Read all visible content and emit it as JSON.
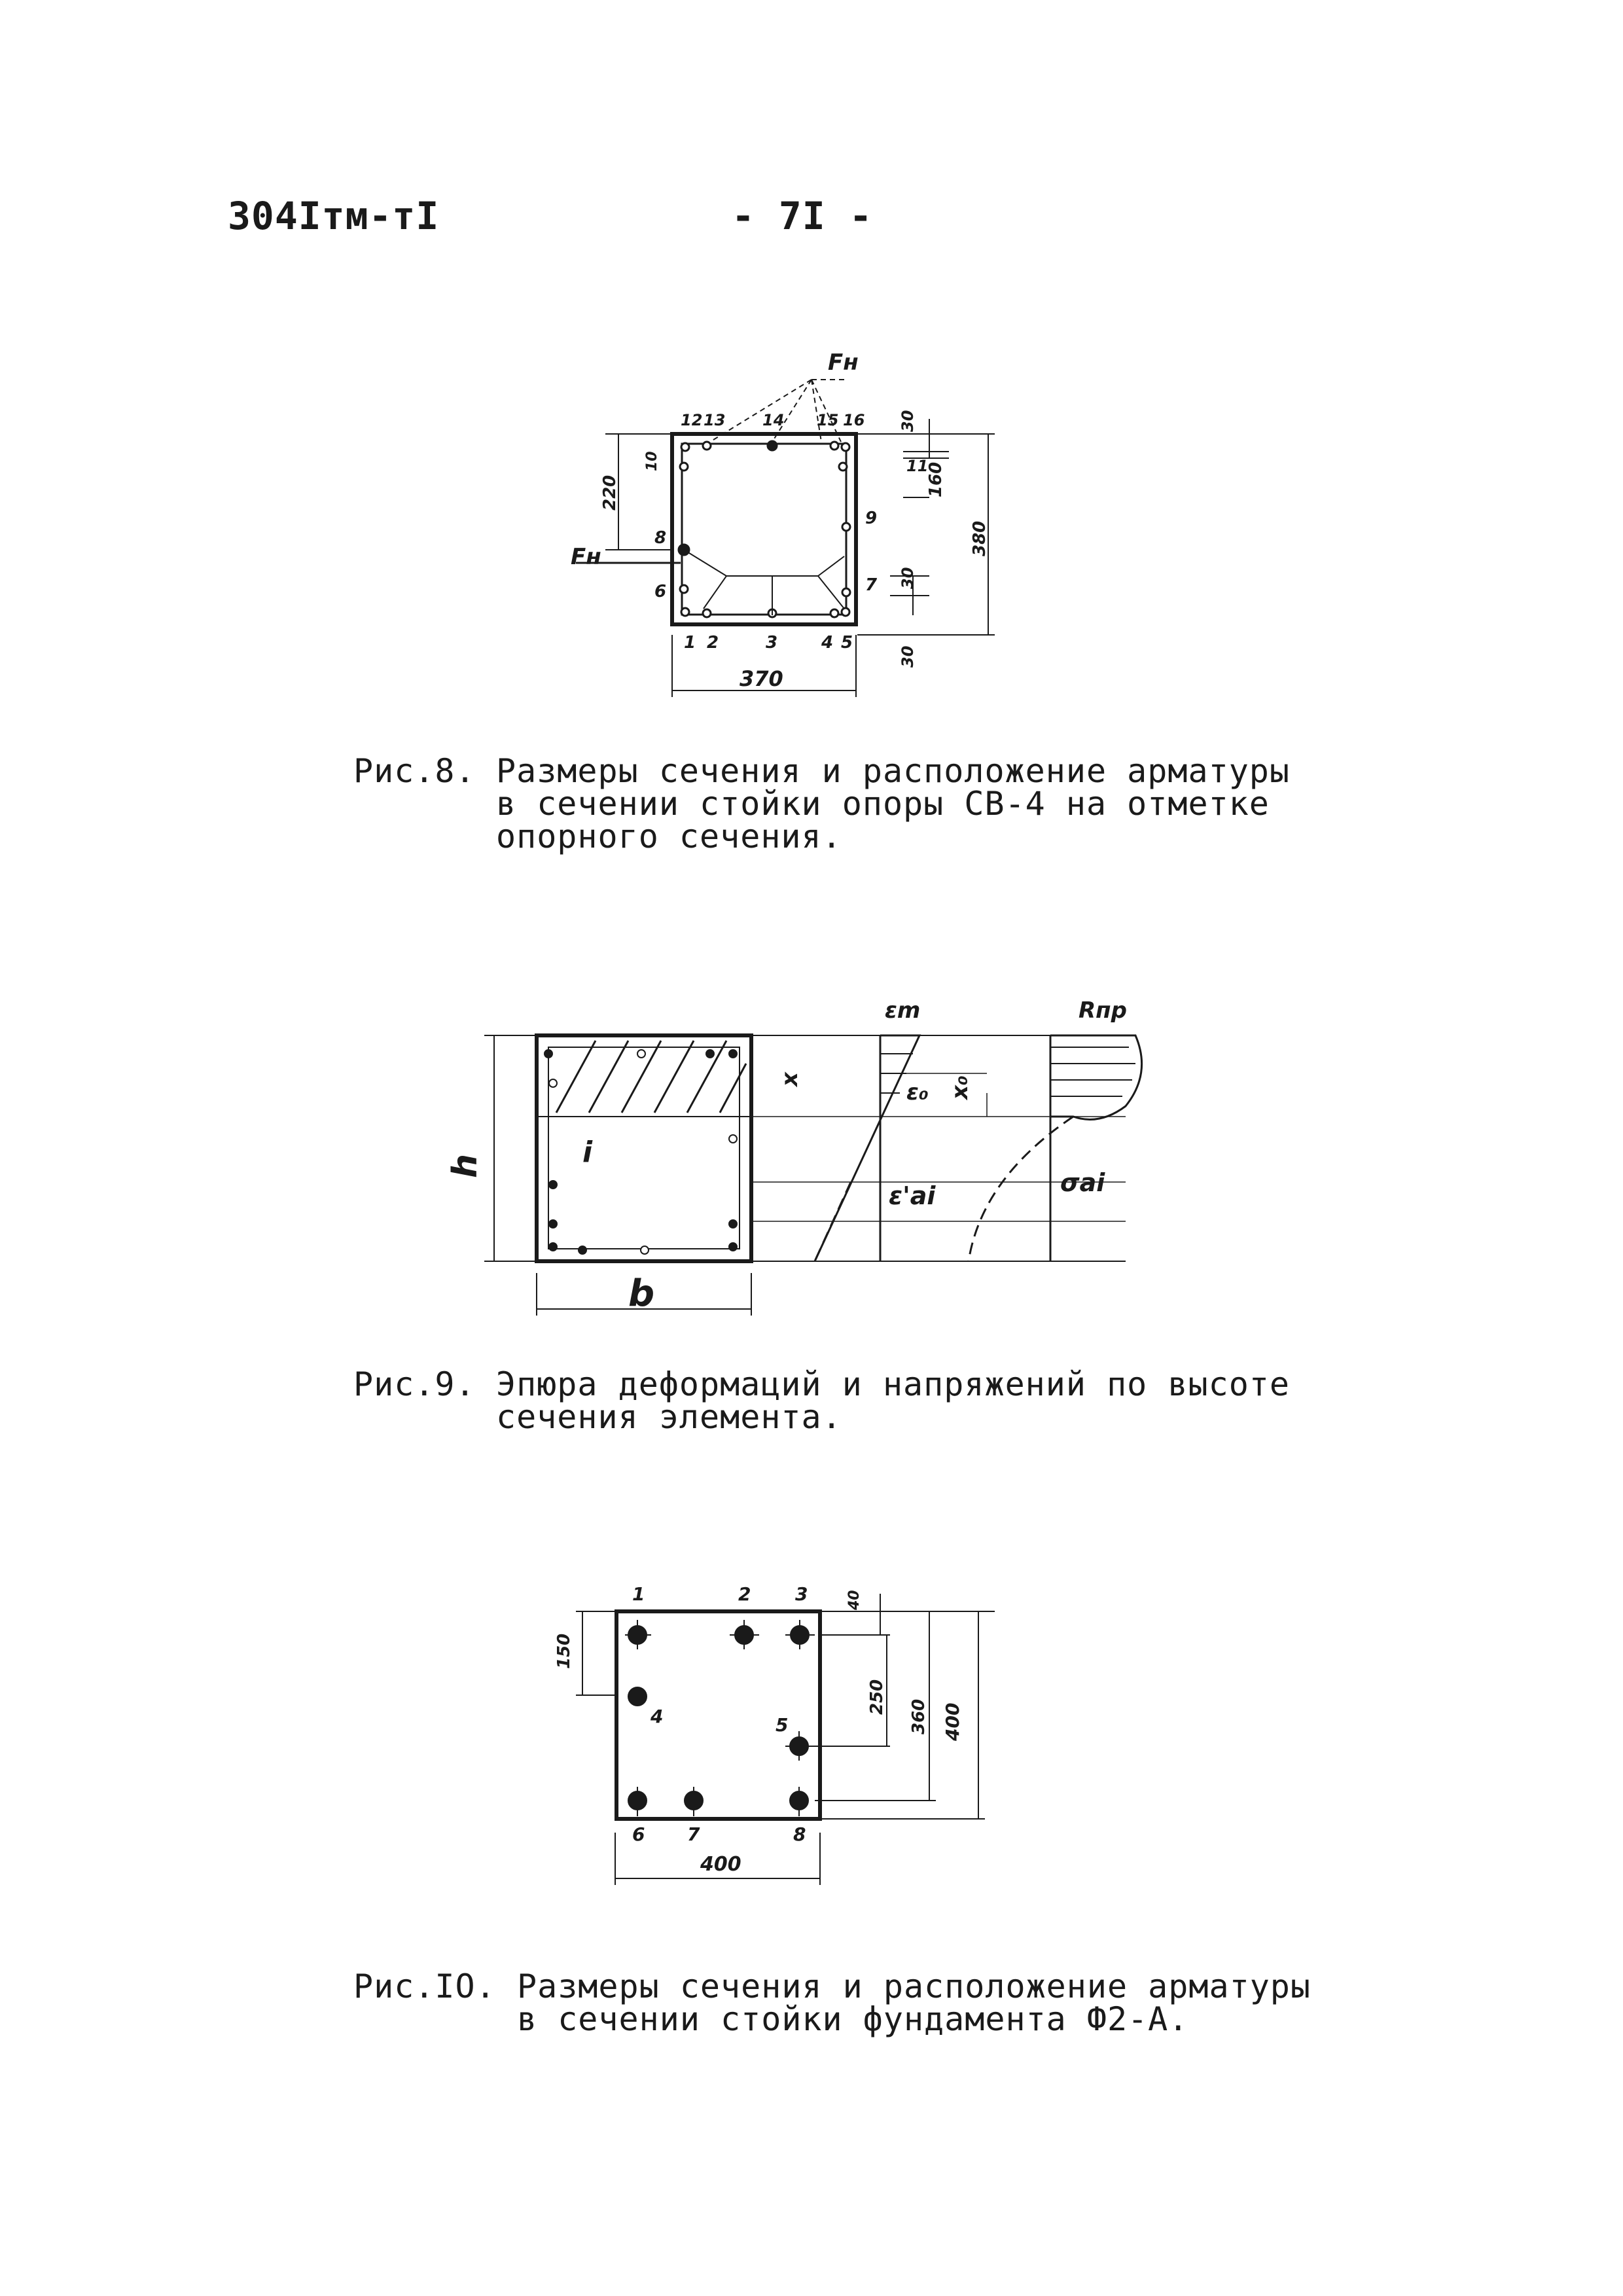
{
  "header": {
    "doc_code": "304Iтм-тI",
    "page_number": "- 7I -"
  },
  "figure8": {
    "caption_num": "Рис.8.",
    "caption_lines": [
      "Размеры сечения и расположение арматуры",
      "в сечении стойки опоры СВ-4 на отметке",
      "опорного сечения."
    ],
    "labels": {
      "force_label": "Fн",
      "dimension_width": "370",
      "dimension_left": "220",
      "dimension_right_total": "380",
      "dimension_right_160": "160",
      "dimension_30": "30",
      "dimension_11": "11",
      "bars_top": [
        "12",
        "13",
        "14",
        "15",
        "16"
      ],
      "bars_bottom": [
        "1",
        "2",
        "3",
        "4",
        "5"
      ],
      "bars_left": [
        "6",
        "8",
        "10"
      ],
      "bars_right": [
        "7",
        "9"
      ]
    }
  },
  "figure9": {
    "caption_num": "Рис.9.",
    "caption_lines": [
      "Эпюра деформаций и напряжений по высоте",
      "сечения элемента."
    ],
    "labels": {
      "h": "h",
      "b": "b",
      "i": "i",
      "x": "x",
      "x0": "x₀",
      "eps_m": "εm",
      "eps_0": "ε₀",
      "eps_ai": "ε'ai",
      "sigma_ai": "σai",
      "r_pr": "Rпр"
    }
  },
  "figure10": {
    "caption_num": "Рис.IO.",
    "caption_lines": [
      "Размеры сечения и расположение арматуры",
      "в сечении стойки фундамента Ф2-А."
    ],
    "labels": {
      "dimension_width": "400",
      "dimension_height": "400",
      "dimension_150": "150",
      "dimension_250": "250",
      "dimension_360": "360",
      "dimension_40": "40",
      "bars": [
        "1",
        "2",
        "3",
        "4",
        "5",
        "6",
        "7",
        "8"
      ]
    }
  }
}
